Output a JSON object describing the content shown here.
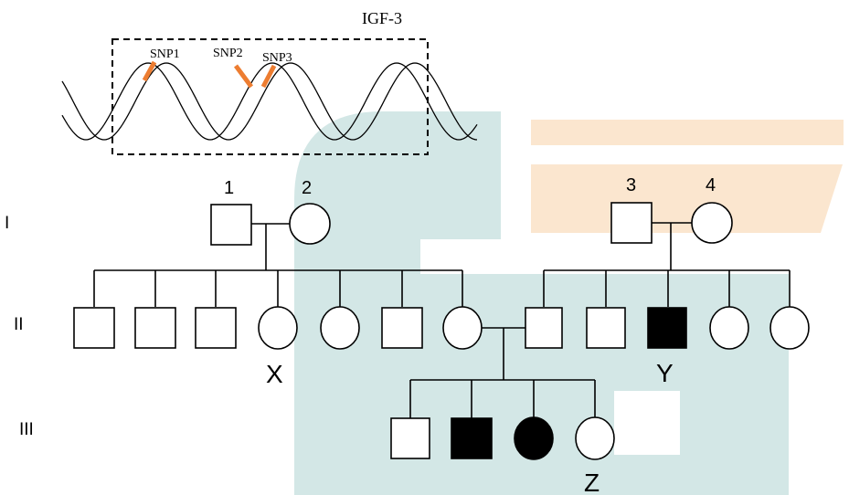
{
  "gene": {
    "title": "IGF-3",
    "snps": [
      "SNP1",
      "SNP2",
      "SNP3"
    ],
    "snp_color": "#ed7d31"
  },
  "generations": [
    "I",
    "II",
    "III"
  ],
  "individual_labels": {
    "n1": "1",
    "n2": "2",
    "n3": "3",
    "n4": "4",
    "x": "X",
    "y": "Y",
    "z": "Z"
  },
  "colors": {
    "watermark_teal": "#d3e7e6",
    "watermark_peach": "#fbe6cf",
    "affected": "#000000",
    "unaffected": "#ffffff"
  }
}
